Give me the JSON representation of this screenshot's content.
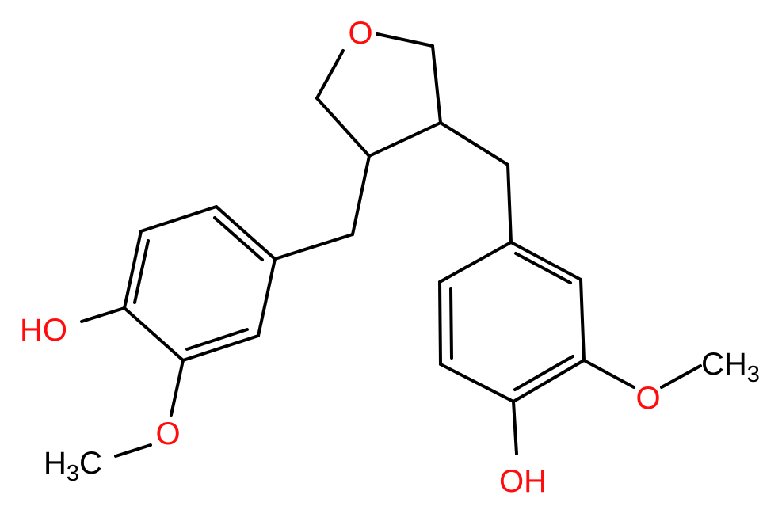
{
  "molecule": {
    "atom_labels": {
      "ring_oxygen": "O",
      "left_hydroxyl": "HO",
      "left_methoxy_oxygen": "O",
      "left_methyl_h": "H",
      "left_methyl_sub": "3",
      "left_methyl_c": "C",
      "right_methoxy_oxygen": "O",
      "right_methyl_ch": "CH",
      "right_methyl_sub": "3",
      "right_hydroxyl": "OH"
    },
    "colors": {
      "bond": "#000000",
      "oxygen": "#ff0d0d",
      "carbon": "#000000"
    }
  }
}
